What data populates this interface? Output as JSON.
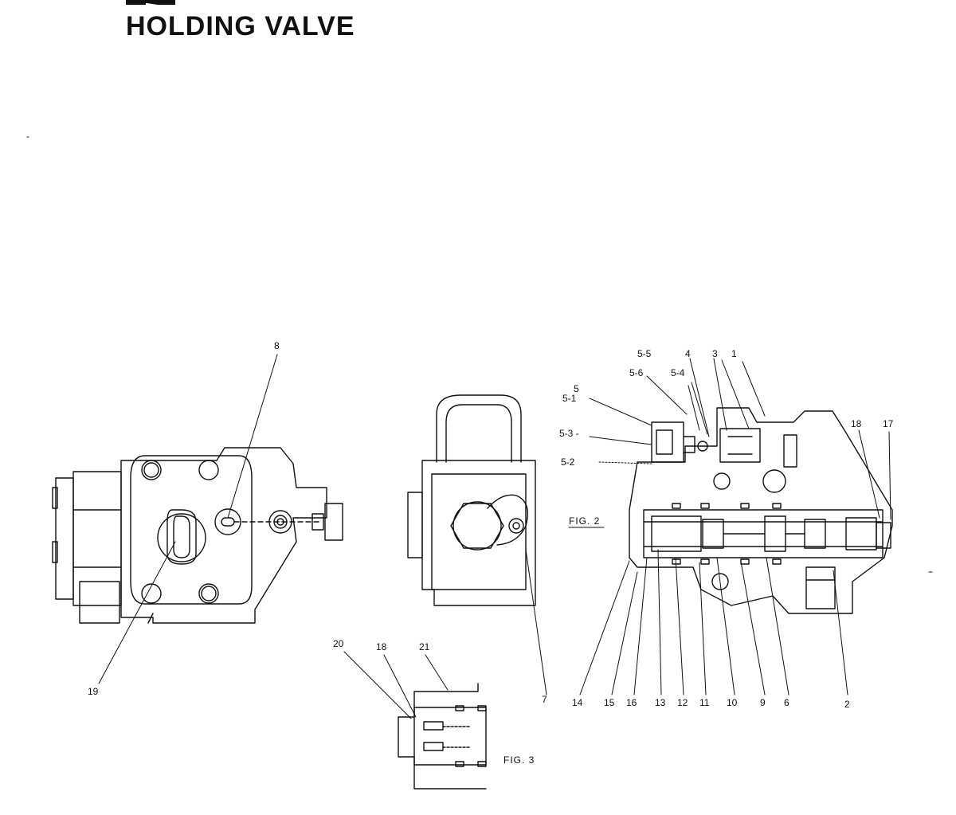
{
  "page": {
    "title": "HOLDING VALVE"
  },
  "figures": {
    "fig2": "FIG. 2",
    "fig3": "FIG. 3"
  },
  "callouts": {
    "c8": "8",
    "c19": "19",
    "c7": "7",
    "c5_5": "5-5",
    "c4": "4",
    "c3": "3",
    "c1": "1",
    "c5_6": "5-6",
    "c5_4": "5-4",
    "c5": "5",
    "c5_1": "5-1",
    "c5_3": "5-3 -",
    "c5_2": "5-2",
    "c18": "18",
    "c17": "17",
    "c14": "14",
    "c15": "15",
    "c16": "16",
    "c13": "13",
    "c12": "12",
    "c11": "11",
    "c10": "10",
    "c9": "9",
    "c6": "6",
    "c2": "2",
    "c20": "20",
    "c18b": "18",
    "c21": "21"
  }
}
